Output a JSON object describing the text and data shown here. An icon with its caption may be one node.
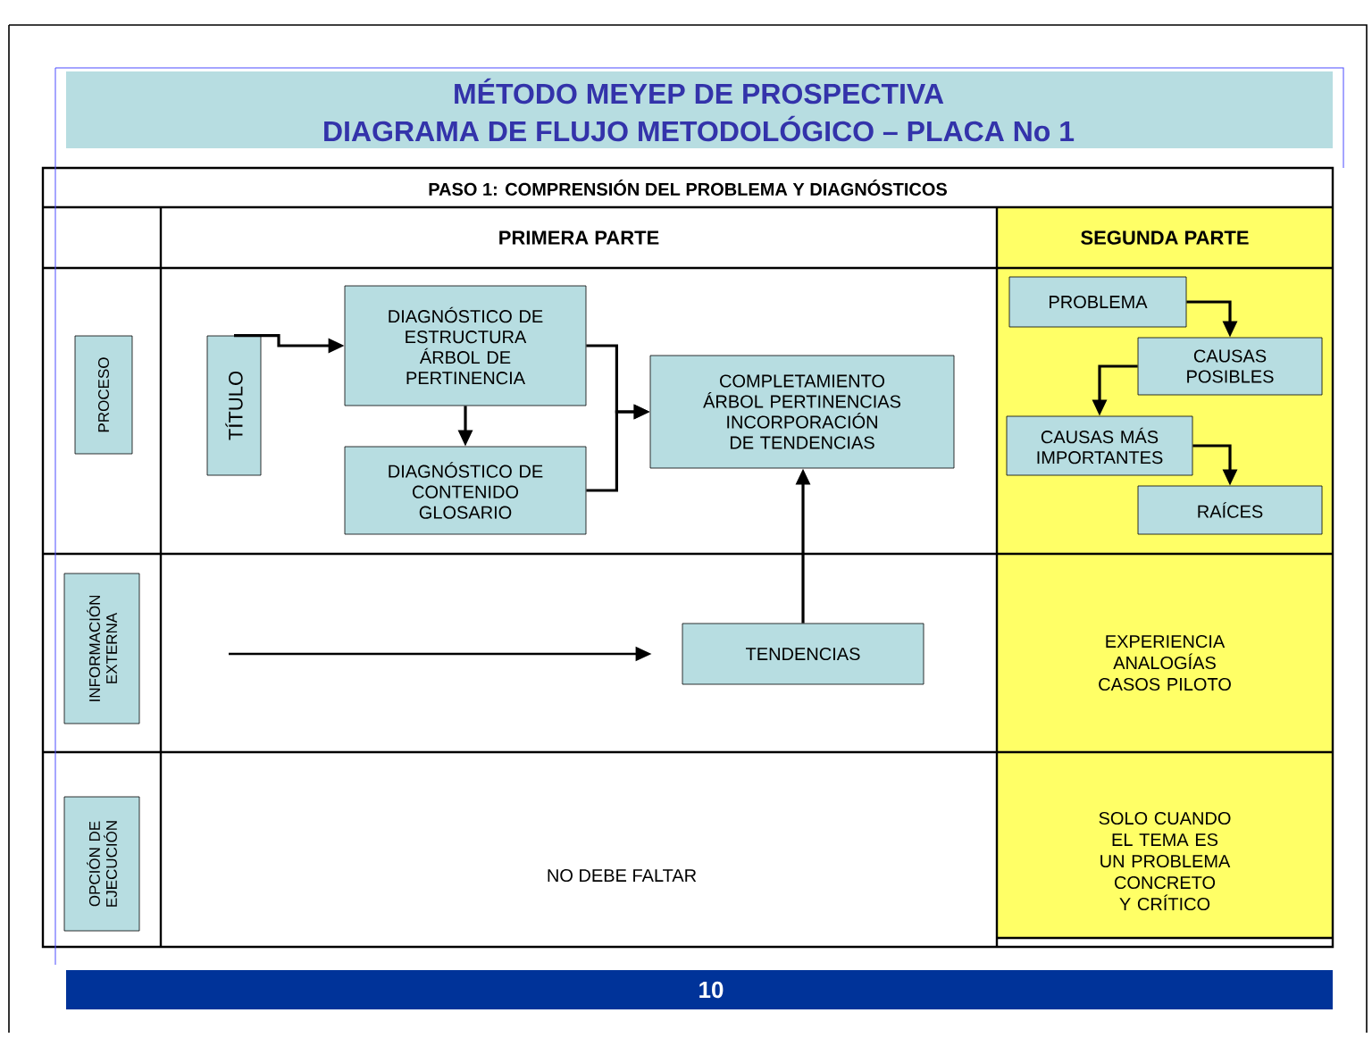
{
  "diagram": {
    "title": "MÉTODO MEYEP DE PROSPECTIVA",
    "nodes": [
      {
        "text": [
          "PROCESO"
        ]
      },
      {
        "text": [
          "TÍTULO"
        ]
      },
      {
        "text": [
          "DIAGNÓSTICO DE ESTRUCTURA ÁRBOL DE PERTINENCIA"
        ]
      },
      {
        "text": [
          "DIAGNÓSTICO DE CONTENIDO GLOSARIO"
        ]
      },
      {
        "text": [
          "COMPLETAMIENTO ÁRBOL PERTINENCIAS INCORPORACIÓN DE TENDENCIAS"
        ]
      },
      {
        "text": [
          "PROBLEMA"
        ]
      },
      {
        "text": [
          "CAUSAS POSIBLES"
        ]
      },
      {
        "text": [
          "CAUSAS MÁS IMPORTANTES"
        ]
      },
      {
        "text": [
          "RAÍCES"
        ]
      },
      {
        "text": [
          "INFORMACIÓN EXTERNA"
        ]
      },
      {
        "text": [
          "TENDENCIAS"
        ]
      },
      {
        "text": [
          "OPCIÓN DE EJECUCIÓN"
        ]
      }
    ],
    "edges": [
      {
        "from": 1,
        "to": 2,
        "arrow": "to"
      },
      {
        "from": 2,
        "to": 3,
        "arrow": "to"
      },
      {
        "from": 2,
        "to": 4,
        "arrow": "to"
      },
      {
        "from": 3,
        "to": 4,
        "arrow": "to"
      },
      {
        "from": 10,
        "to": 4,
        "arrow": "to"
      },
      {
        "from": 5,
        "to": 6,
        "arrow": "to"
      },
      {
        "from": 6,
        "to": 7,
        "arrow": "to"
      },
      {
        "from": 7,
        "to": 8,
        "arrow": "to"
      },
      {
        "from": null,
        "to": 10,
        "arrow": "to"
      }
    ],
    "labels": [
      "DIAGRAMA DE FLUJO METODOLÓGICO – PLACA No 1",
      "PASO 1: COMPRENSIÓN DEL PROBLEMA Y DIAGNÓSTICOS",
      "PRIMERA PARTE",
      "SEGUNDA PARTE",
      "EXPERIENCIA ANALOGÍAS CASOS PILOTO",
      "NO DEBE FALTAR",
      "SOLO CUANDO EL TEMA ES UN PROBLEMA CONCRETO Y CRÍTICO",
      "10"
    ]
  }
}
